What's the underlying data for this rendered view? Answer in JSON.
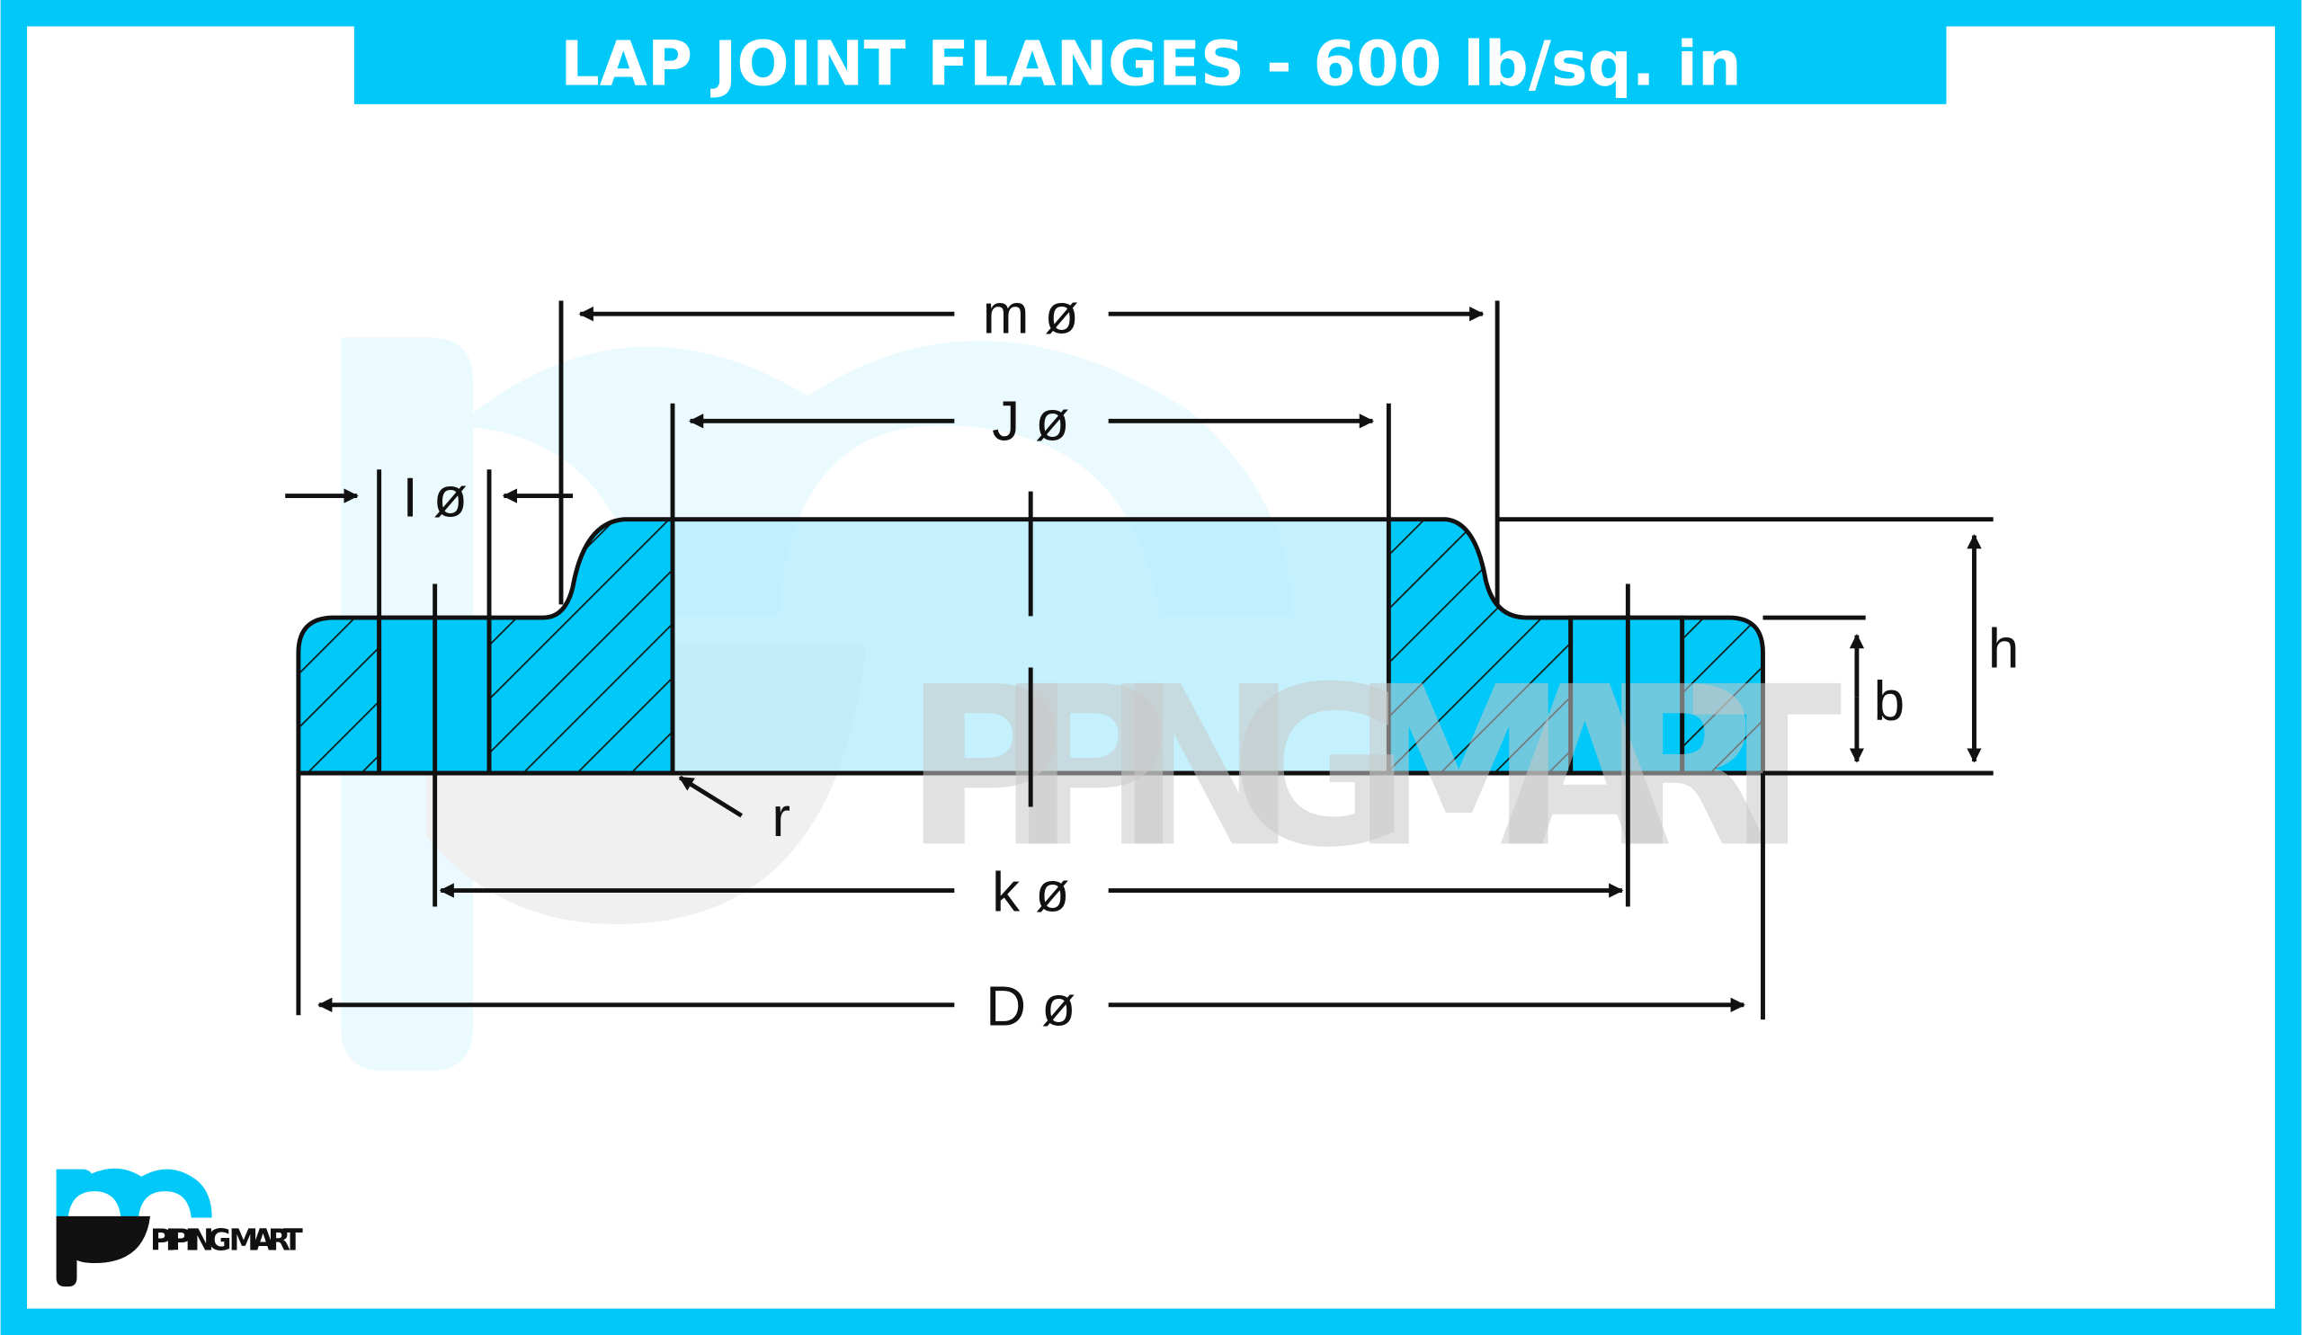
{
  "title": "LAP JOINT FLANGES - 600 lb/sq. in",
  "labels": {
    "m": "m ø",
    "J": "J ø",
    "I": "I ø",
    "r": "r",
    "k": "k ø",
    "D": "D ø",
    "h": "h",
    "b": "b"
  },
  "watermark": "PIPING MART",
  "logo": {
    "text": "PIPING MART"
  },
  "colors": {
    "accent": "#00c8f8",
    "bore": "#b5eefc",
    "ink": "#111111"
  }
}
